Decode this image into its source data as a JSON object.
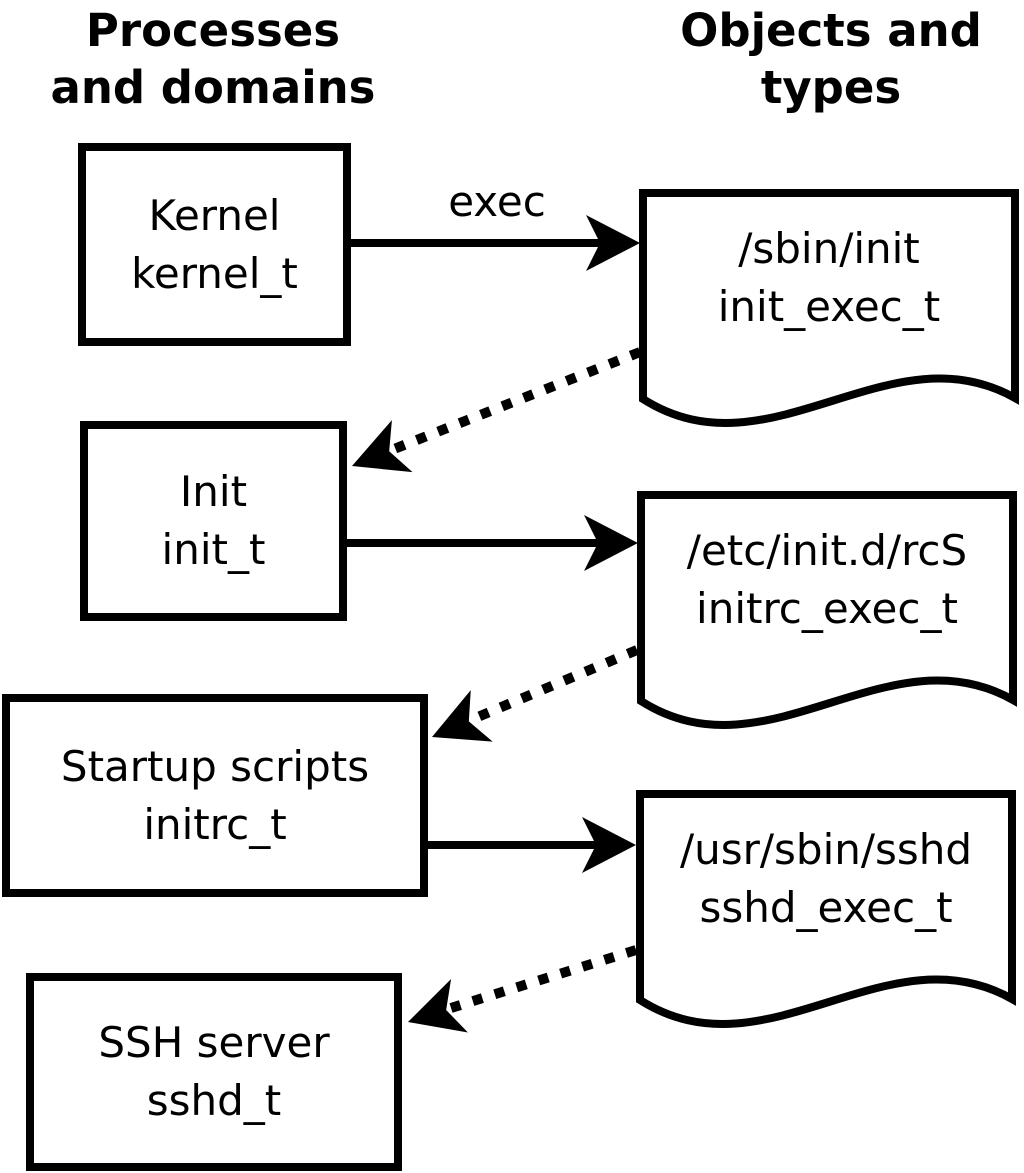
{
  "page": {
    "background_color": "#ffffff",
    "ink_color": "#000000"
  },
  "headers": {
    "left": {
      "line1": "Processes",
      "line2": "and domains"
    },
    "right": {
      "line1": "Objects and",
      "line2": "types"
    }
  },
  "processes": [
    {
      "name": "Kernel",
      "type": "kernel_t"
    },
    {
      "name": "Init",
      "type": "init_t"
    },
    {
      "name": "Startup scripts",
      "type": "initrc_t"
    },
    {
      "name": "SSH server",
      "type": "sshd_t"
    }
  ],
  "objects": [
    {
      "path": "/sbin/init",
      "type": "init_exec_t"
    },
    {
      "path": "/etc/init.d/rcS",
      "type": "initrc_exec_t"
    },
    {
      "path": "/usr/sbin/sshd",
      "type": "sshd_exec_t"
    }
  ],
  "edges": {
    "exec_label": "exec",
    "solid": [
      {
        "from": "kernel_t",
        "to": "init_exec_t"
      },
      {
        "from": "init_t",
        "to": "initrc_exec_t"
      },
      {
        "from": "initrc_t",
        "to": "sshd_exec_t"
      }
    ],
    "dotted": [
      {
        "from": "init_exec_t",
        "to": "init_t"
      },
      {
        "from": "initrc_exec_t",
        "to": "initrc_t"
      },
      {
        "from": "sshd_exec_t",
        "to": "sshd_t"
      }
    ]
  }
}
